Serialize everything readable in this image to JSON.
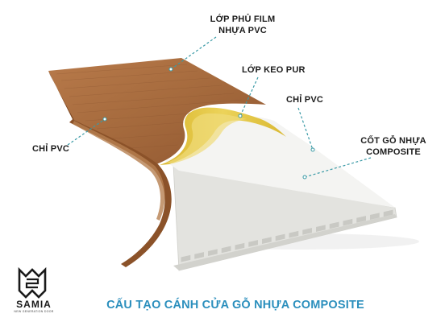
{
  "labels": {
    "film_line1": "LỚP PHỦ FILM",
    "film_line2": "NHỰA PVC",
    "glue": "LỚP KEO PUR",
    "edge_right": "CHỈ PVC",
    "edge_left": "CHỈ PVC",
    "core_line1": "CỐT GỖ NHỰA",
    "core_line2": "COMPOSITE"
  },
  "caption": "CẤU TẠO CÁNH CỬA GỖ NHỰA COMPOSITE",
  "brand": {
    "name": "SAMIA",
    "tagline": "NEW GENERATION DOOR"
  },
  "colors": {
    "caption": "#2b8fbd",
    "leader": "#3a9aa6",
    "wood": "#a66a3f",
    "wood_dark": "#7a4520",
    "glue": "#e3c63c",
    "core": "#f2f2f0",
    "edge": "#dcdcd8"
  }
}
